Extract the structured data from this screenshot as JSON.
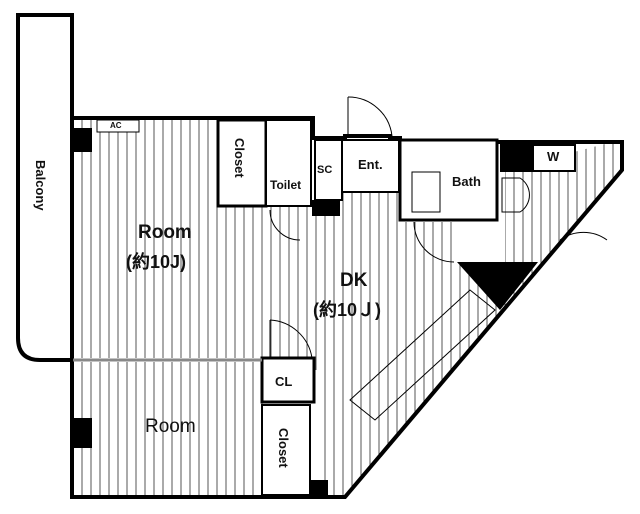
{
  "floorplan": {
    "rooms": [
      {
        "id": "balcony",
        "label": "Balcony"
      },
      {
        "id": "room1",
        "label": "Room",
        "size": "(約10J)"
      },
      {
        "id": "room2",
        "label": "Room"
      },
      {
        "id": "dk",
        "label": "DK",
        "size": "(約10Ｊ)"
      },
      {
        "id": "closet1",
        "label": "Closet"
      },
      {
        "id": "closet2",
        "label": "Closet"
      },
      {
        "id": "cl",
        "label": "CL"
      },
      {
        "id": "toilet",
        "label": "Toilet"
      },
      {
        "id": "sc",
        "label": "SC"
      },
      {
        "id": "entrance",
        "label": "Ent."
      },
      {
        "id": "bath",
        "label": "Bath"
      },
      {
        "id": "washer",
        "label": "W"
      },
      {
        "id": "ac",
        "label": "AC"
      }
    ],
    "colors": {
      "wall": "#000000",
      "floor_lines": "#555555",
      "background": "#ffffff"
    }
  }
}
